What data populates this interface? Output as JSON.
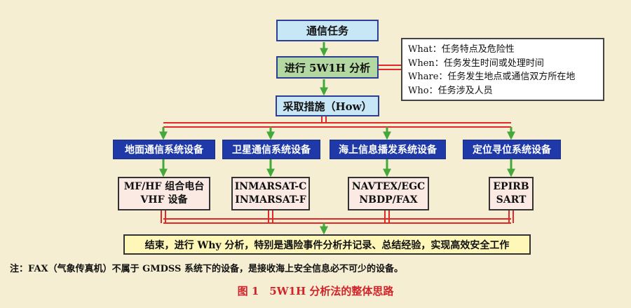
{
  "colors": {
    "background": "#f5eed2",
    "connector_red": "#e02a2a",
    "arrow_green": "#44a83a",
    "box_border_blue": "#2c3f95",
    "category_blue": "#1f3aa8",
    "caption_red": "#d2232a"
  },
  "nodes": {
    "task": "通信任务",
    "analysis": "进行 5W1H 分析",
    "measures": "采取措施（How）",
    "categories": [
      "地面通信系统设备",
      "卫星通信系统设备",
      "海上信息播发系统设备",
      "定位寻位系统设备"
    ],
    "devices": [
      [
        "MF/HF 组合电台",
        "VHF 设备"
      ],
      [
        "INMARSAT-C",
        "INMARSAT-F"
      ],
      [
        "NAVTEX/EGC",
        "NBDP/FAX"
      ],
      [
        "EPIRB",
        "SART"
      ]
    ],
    "conclusion": "结束，进行 Why 分析，特别是遇险事件分析并记录、总结经验，实现高效安全工作"
  },
  "note_box": [
    {
      "key": "What：",
      "text": "任务特点及危险性"
    },
    {
      "key": "When：",
      "text": "任务发生时间或处理时间"
    },
    {
      "key": "Whare：",
      "text": "任务发生地点或通信双方所在地"
    },
    {
      "key": "Who：",
      "text": "任务涉及人员"
    }
  ],
  "footnote": "注：FAX（气象传真机）不属于 GMDSS 系统下的设备，是接收海上安全信息必不可少的设备。",
  "caption": "图 1　5W1H 分析法的整体思路"
}
